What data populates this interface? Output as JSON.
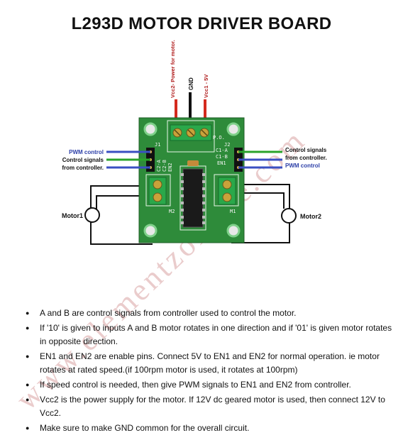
{
  "title": "L293D MOTOR DRIVER BOARD",
  "watermark": "www.elementzonline.com",
  "power": {
    "vcc2": "Vcc2- Power for motor.",
    "gnd": "GND",
    "vcc1": "Vcc1 - 5V"
  },
  "left_signals": {
    "pwm": "PWM control",
    "ctrl_line1": "Control signals",
    "ctrl_line2": "from controller."
  },
  "right_signals": {
    "ctrl_line1": "Control signals",
    "ctrl_line2": "from controller.",
    "pwm": "PWM control"
  },
  "motors": {
    "motor1": "Motor1",
    "motor2": "Motor2"
  },
  "silkscreen": {
    "j1": "J1",
    "j2": "J2",
    "m1": "M1",
    "m2": "M2",
    "c2": "C2-A",
    "c2b": "C2-B",
    "en2": "EN2",
    "c1": "C1-A",
    "c1b": "C1-B",
    "en1": "EN1",
    "po": "P.O."
  },
  "notes": [
    "A and B are control signals from controller used to control the motor.",
    "If '10' is given to inputs A and B motor rotates in one direction and if '01' is given motor rotates in opposite direction.",
    "EN1 and EN2 are enable pins. Connect 5V to EN1 and EN2 for normal operation. ie motor rotates at rated speed.(if 100rpm motor is used, it rotates at 100rpm)",
    "If speed control is needed, then give PWM signals to EN1 and EN2 from controller.",
    "Vcc2 is the power supply for the motor. If 12V dc geared motor is used, then connect  12V  to Vcc2.",
    "Make sure to make GND common for the overall circuit."
  ],
  "colors": {
    "pcb": "#2e8b3a",
    "terminal": "#2aa84a",
    "red_wire": "#d42a1e",
    "blue_wire": "#3a4fc2",
    "green_wire": "#2aa32a",
    "label_red": "#b01c1c",
    "label_blue": "#2c3fa8",
    "watermark": "#c98a8a"
  }
}
